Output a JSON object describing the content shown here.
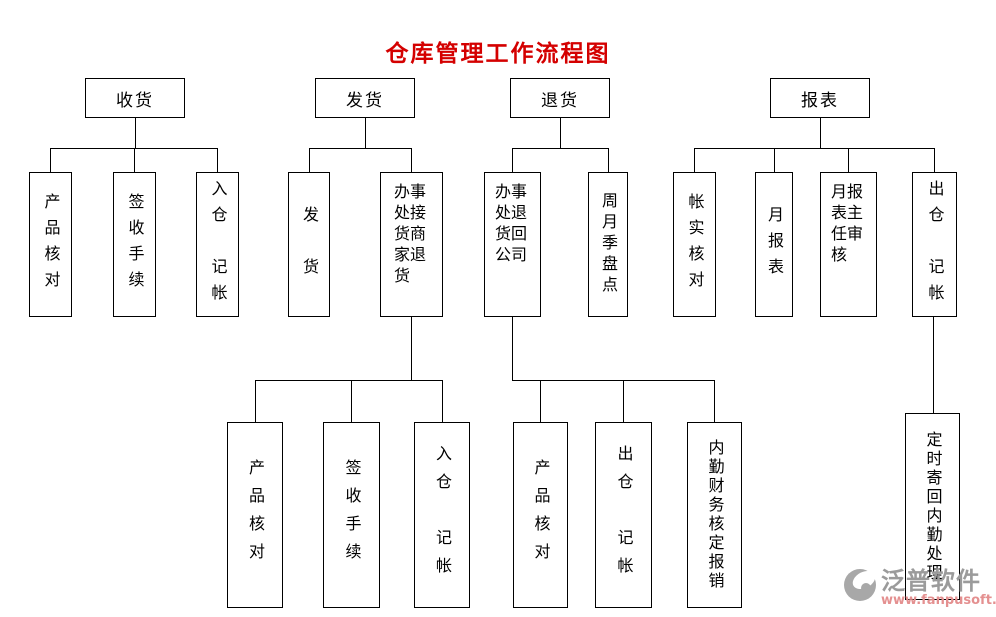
{
  "page": {
    "title": "仓库管理工作流程图"
  },
  "colors": {
    "title_red": "#d40000",
    "line_black": "#000000",
    "watermark_gray": "#9b9b9b",
    "watermark_url_pink": "#e49090"
  },
  "flowchart": {
    "branches": {
      "receiving": {
        "label": "收货",
        "children": {
          "product_check": "产品核对",
          "signoff_procedure": "签收手续",
          "inbound_bookkeeping": "入仓　记帐"
        }
      },
      "shipping": {
        "label": "发货",
        "children": {
          "ship_goods": "发　货",
          "office_merchant_returns": "办事处接货商家退货"
        },
        "grandchildren": {
          "product_check": "产品核对",
          "signoff_procedure": "签收手续",
          "inbound_bookkeeping": "入仓　记帐"
        }
      },
      "returns": {
        "label": "退货",
        "children": {
          "office_return_to_company": "办事处退货回公司",
          "periodic_stocktake": "周月季盘点"
        },
        "grandchildren": {
          "product_check": "产品核对",
          "outbound_bookkeeping": "出仓　记帐",
          "finance_expense_approval": "内勤财务核定报销"
        }
      },
      "reports": {
        "label": "报表",
        "children": {
          "book_vs_physical_check": "帐实核对",
          "monthly_report": "月报表",
          "monthly_report_director_review": "月报表主任审核",
          "outbound_bookkeeping": "出仓　记帐"
        },
        "grandchildren": {
          "scheduled_mail_back_to_office": "定时寄回内勤处理"
        }
      }
    }
  },
  "watermark": {
    "brand": "泛普软件",
    "url": "www.fanpusoft.com"
  }
}
